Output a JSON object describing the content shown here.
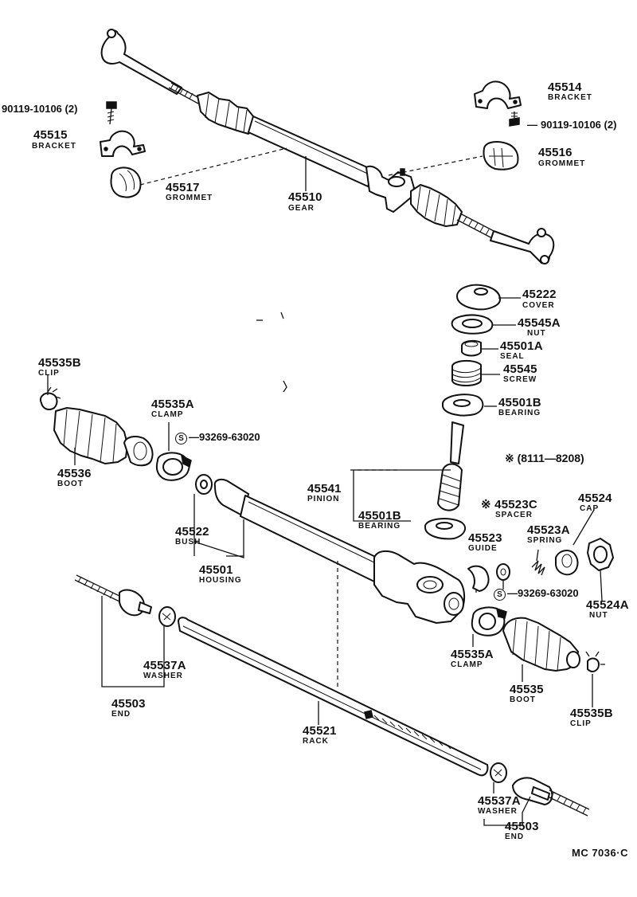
{
  "parts": {
    "bolt_left": {
      "number": "90119-10106 (2)"
    },
    "bracket_left": {
      "number": "45515",
      "name": "BRACKET"
    },
    "grommet_left": {
      "number": "45517",
      "name": "GROMMET"
    },
    "gear": {
      "number": "45510",
      "name": "GEAR"
    },
    "bracket_right": {
      "number": "45514",
      "name": "BRACKET"
    },
    "bolt_right": {
      "number": "90119-10106 (2)"
    },
    "grommet_right": {
      "number": "45516",
      "name": "GROMMET"
    },
    "cover": {
      "number": "45222",
      "name": "COVER"
    },
    "nut_pinion": {
      "number": "45545A",
      "name": "NUT"
    },
    "seal": {
      "number": "45501A",
      "name": "SEAL"
    },
    "screw": {
      "number": "45545",
      "name": "SCREW"
    },
    "bearing_upper": {
      "number": "45501B",
      "name": "BEARING"
    },
    "clip_left": {
      "number": "45535B",
      "name": "CLIP"
    },
    "clamp_left": {
      "number": "45535A",
      "name": "CLAMP"
    },
    "seal_kit_1": {
      "symbol": "S",
      "number": "93269-63020"
    },
    "boot_left": {
      "number": "45536",
      "name": "BOOT"
    },
    "bush": {
      "number": "45522",
      "name": "BUSH"
    },
    "housing": {
      "number": "45501",
      "name": "HOUSING"
    },
    "pinion": {
      "number": "45541",
      "name": "PINION"
    },
    "bearing_lower": {
      "number": "45501B",
      "name": "BEARING"
    },
    "date_note": {
      "text": "※ (8111—8208)"
    },
    "spacer": {
      "mark": "※",
      "number": "45523C",
      "name": "SPACER"
    },
    "cap": {
      "number": "45524",
      "name": "CAP"
    },
    "guide": {
      "number": "45523",
      "name": "GUIDE"
    },
    "spring": {
      "number": "45523A",
      "name": "SPRING"
    },
    "seal_kit_2": {
      "symbol": "S",
      "number": "93269-63020"
    },
    "nut_cap": {
      "number": "45524A",
      "name": "NUT"
    },
    "end_left": {
      "number": "45503",
      "name": "END"
    },
    "washer_left": {
      "number": "45537A",
      "name": "WASHER"
    },
    "clamp_right": {
      "number": "45535A",
      "name": "CLAMP"
    },
    "boot_right": {
      "number": "45535",
      "name": "BOOT"
    },
    "clip_right": {
      "number": "45535B",
      "name": "CLIP"
    },
    "rack": {
      "number": "45521",
      "name": "RACK"
    },
    "washer_right": {
      "number": "45537A",
      "name": "WASHER"
    },
    "end_right": {
      "number": "45503",
      "name": "END"
    }
  },
  "figure_code": "MC 7036·C"
}
